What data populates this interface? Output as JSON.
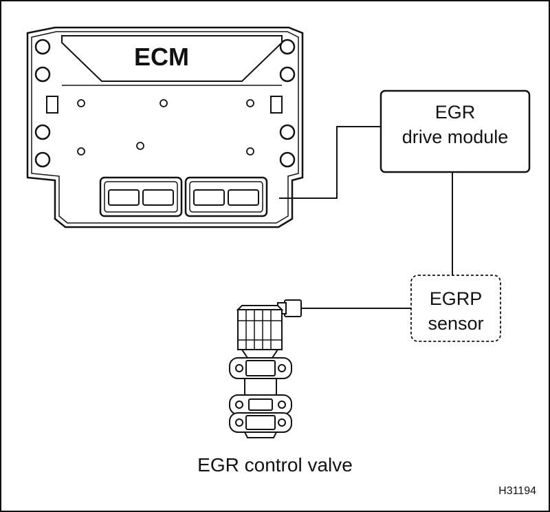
{
  "components": {
    "ecm": {
      "label": "ECM"
    },
    "egr_drive_module": {
      "line1": "EGR",
      "line2": "drive module"
    },
    "egrp_sensor": {
      "line1": "EGRP",
      "line2": "sensor"
    },
    "egr_control_valve": {
      "label": "EGR control valve"
    }
  },
  "figure_code": "H31194",
  "colors": {
    "stroke": "#111111",
    "background": "#ffffff"
  }
}
